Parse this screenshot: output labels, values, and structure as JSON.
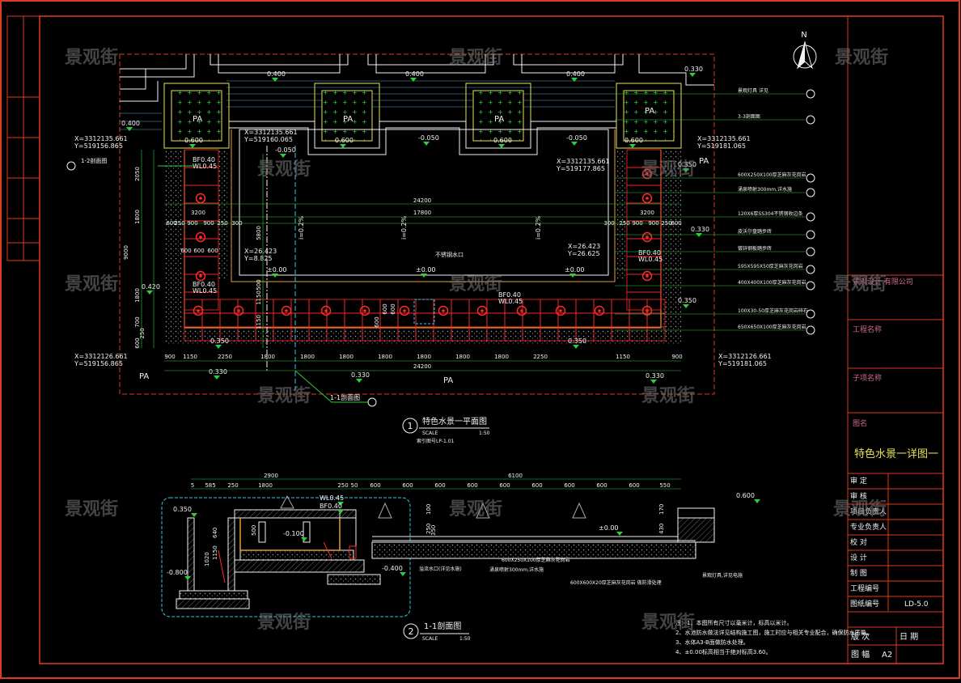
{
  "watermark": "景观街",
  "north_label": "N",
  "plan": {
    "title_num": "1",
    "title": "特色水景一平面图",
    "scale": "SCALE",
    "ratio": "1:50",
    "subtitle": "索引图号LP-1.01",
    "elev_labels": {
      "e0400a": "0.400",
      "e0400b": "0.400",
      "e0400c": "0.400",
      "e0330tr": "0.330",
      "e0400l": "0.400",
      "e0600a": "0.600",
      "e0600b": "0.600",
      "e0600c": "0.600",
      "e0600d": "0.600",
      "em0050a": "-0.050",
      "em0050b": "-0.050",
      "em0050c": "-0.050",
      "e0350r": "0.350",
      "e0330r": "0.330",
      "e0420l": "0.420",
      "e0350r2": "0.350",
      "e000a": "±0.00",
      "e000b": "±0.00",
      "e000c": "±0.00",
      "e0350bl": "0.350",
      "e0350br": "0.350",
      "e0330b1": "0.330",
      "e0330b2": "0.330",
      "e0330b3": "0.330"
    },
    "pa": [
      "PA",
      "PA",
      "PA",
      "PA",
      "PA",
      "PA",
      "PA"
    ],
    "bf_labels": {
      "bfl1": "BF0.40",
      "wll1": "WL0.45",
      "bfl2": "BF0.40",
      "wll2": "WL0.45",
      "bfc": "BF0.40",
      "wlc": "WL0.45",
      "bfr": "BF0.40",
      "wlr": "WL0.45"
    },
    "coords": {
      "tl": "X=3312135.661",
      "tl2": "Y=519156.865",
      "tm": "X=3312135.661",
      "tm2": "Y=519160.065",
      "tr": "X=3312135.661",
      "tr2": "Y=519181.065",
      "mr": "X=3312135.661",
      "mr2": "Y=519177.865",
      "bl": "X=3312126.661",
      "bl2": "Y=519156.865",
      "br": "X=3312126.661",
      "br2": "Y=519181.065",
      "lx": "X=26.423",
      "ly": "Y=8.825",
      "rx": "X=26.423",
      "ry": "Y=26.625"
    },
    "dims_top": [
      "24200",
      "17800",
      "3200",
      "3200"
    ],
    "dims_row_left": [
      "600",
      "250",
      "900",
      "900",
      "250",
      "300"
    ],
    "dims_row_right": [
      "300",
      "250",
      "900",
      "900",
      "250",
      "600"
    ],
    "dims_left_small": [
      "600",
      "600",
      "600"
    ],
    "dims_vertical": [
      "2050",
      "1800",
      "9000",
      "1800",
      "700",
      "250",
      "600",
      "5800",
      "500",
      "1150",
      "1150",
      "600",
      "600",
      "600"
    ],
    "dims_bottom": [
      "900",
      "1150",
      "2250",
      "1800",
      "1800",
      "1800",
      "1800",
      "1800",
      "1800",
      "1800",
      "2250",
      "1150",
      "900"
    ],
    "dims_bottom_total": "24200",
    "slopes": [
      "i=0.2%",
      "i=0.2%",
      "i=0.2%"
    ],
    "center_note": "不锈钢水口",
    "callouts_left": [
      "1-2剖面图",
      "1-1剖面图"
    ],
    "callouts_right": [
      "景观灯具 详见",
      "3-3剖面图",
      "600X250X100厚芝麻灰花岗岩",
      "涌泉喷射300mm,详水施",
      "120X6厚SS304不锈钢收边条",
      "皮沃尔盘踏步砖",
      "镀锌钢板踏步砖",
      "595X595X50厚芝麻灰花岗岩",
      "400X400X100厚芝麻灰花岗岩",
      "100X30-50厚芝麻灰花岗岩碎石",
      "650X650X100厚芝麻灰花岗岩"
    ]
  },
  "section": {
    "title_num": "2",
    "title": "1-1剖面图",
    "scale": "SCALE",
    "ratio": "1:50",
    "dims_top_totals": [
      "2900",
      "6100"
    ],
    "dims_top": [
      "5",
      "585",
      "250",
      "1800",
      "250",
      "50",
      "600",
      "600",
      "600",
      "600",
      "600",
      "600",
      "600",
      "600",
      "600",
      "550"
    ],
    "elevs": {
      "e0350": "0.350",
      "wl": "WL0.45",
      "bf": "BF0.40",
      "em0100": "-0.100",
      "e000": "±0.00",
      "e0600": "0.600",
      "em0800": "-0.800",
      "em0400": "-0.400"
    },
    "dims_left": [
      "640",
      "1020",
      "1150"
    ],
    "dims_mid": [
      "500",
      "250",
      "100",
      "350",
      "170",
      "430"
    ],
    "labels": [
      "涌泉喷射300mm,详水施",
      "600X250X100厚芝麻灰花岗岩",
      "600X600X20厚芝麻灰花岗岩 做防滑处理",
      "溢流水口(详见水施)",
      "景观灯具,详见电施"
    ]
  },
  "notes": [
    "注：1、本图所有尺寸以毫米计，标高以米计。",
    "2、水池防水做法详见结构施工图，施工时应与相关专业配合，确保防水质量。",
    "3、水体A3-B面做防水处理。",
    "4、±0.00标高相当于绝对标高3.60。"
  ],
  "titleblock": {
    "company": "景观设计 有限公司",
    "project_label": "工程名称",
    "project_value": "",
    "subproject_label": "子项名称",
    "drawing_name_label": "图名",
    "drawing_name": "特色水景一详图一",
    "rows": [
      {
        "label": "审 定",
        "value": ""
      },
      {
        "label": "审 核",
        "value": ""
      },
      {
        "label": "项目负责人",
        "value": ""
      },
      {
        "label": "专业负责人",
        "value": ""
      },
      {
        "label": "校 对",
        "value": ""
      },
      {
        "label": "设 计",
        "value": ""
      },
      {
        "label": "制 图",
        "value": ""
      },
      {
        "label": "工程编号",
        "value": ""
      },
      {
        "label": "图纸编号",
        "value": "LD-5.0"
      }
    ],
    "version_label": "版 次",
    "version_value": "",
    "date_label": "日 期",
    "date_value": "",
    "size_label": "图 幅",
    "size_value": "A2"
  },
  "colors": {
    "frame": "#e03a1f",
    "green": "#2ecc40",
    "yellow": "#e8e25a",
    "white": "#f2f2f2",
    "cyan": "#39c6e6",
    "pink": "#d06a8c",
    "red": "#ff2a2a",
    "gray": "#8a8a8a"
  }
}
